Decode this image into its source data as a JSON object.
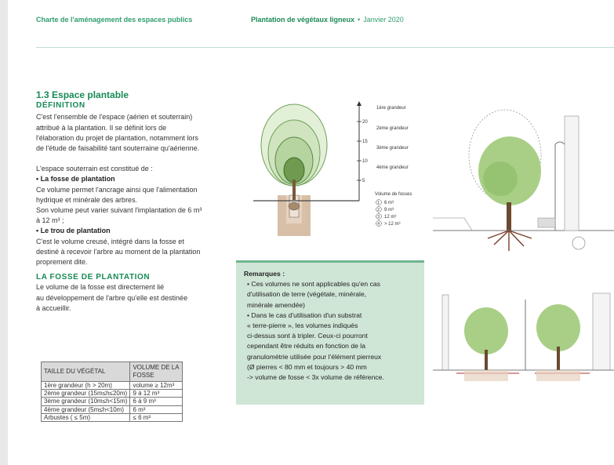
{
  "header": {
    "left": "Charte de l'aménagement des espaces publics",
    "right_title": "Plantation de végétaux ligneux",
    "separator": "•",
    "date": "Janvier 2020"
  },
  "section": {
    "title": "1.3 Espace plantable",
    "definition_label": "DÉFINITION",
    "definition_lines": [
      "C'est l'ensemble de l'espace (aérien et souterrain)",
      "attribué à la plantation. Il se définit lors de",
      "l'élaboration du projet de plantation, notamment lors",
      "de l'étude de faisabilité tant souterraine qu'aérienne."
    ],
    "underground_intro": "L'espace souterrain est constitué de :",
    "fosse_title": "• La fosse de plantation",
    "fosse_lines": [
      "Ce volume permet l'ancrage ainsi que l'alimentation",
      "hydrique et minérale des arbres.",
      "Son volume peut varier suivant l'implantation de 6 m³",
      "à 12 m³ ;"
    ],
    "trou_title": "• Le trou de plantation",
    "trou_lines": [
      "C'est le volume creusé, intégré dans la fosse et",
      "destiné à recevoir l'arbre au moment de la plantation",
      "proprement dite."
    ],
    "fosse_heading": "LA FOSSE DE PLANTATION",
    "fosse_heading_lines": [
      "Le volume de la fosse est directement lié",
      "au développement de l'arbre qu'elle est destinée",
      "à accueillir."
    ]
  },
  "table": {
    "headers": [
      "TAILLE DU VÉGÉTAL",
      "VOLUME DE LA FOSSE"
    ],
    "rows": [
      [
        "1ère grandeur (h > 20m)",
        "volume ≥ 12m³"
      ],
      [
        "2ème grandeur (15m≤h≤20m)",
        "9 à 12 m³"
      ],
      [
        "3ème grandeur (10m≤h<15m)",
        "6 à 9 m³"
      ],
      [
        "4ème grandeur (5m≤h<10m)",
        "6 m³"
      ],
      [
        "Arbustes ( ≤ 5m)",
        "≤ 6 m³"
      ]
    ]
  },
  "remarks": {
    "title": "Remarques :",
    "items": [
      "• Ces volumes ne sont applicables qu'en cas",
      "d'utilisation de terre (végétale, minérale,",
      "minérale amendée)",
      "• Dans le cas d'utilisation d'un substrat",
      "« terre-pierre », les volumes indiqués",
      "ci-dessus sont à tripler. Ceux-ci pourront",
      "cependant être réduits en fonction de la",
      "granulométrie utilisée pour l'élément pierreux",
      "(Ø pierres < 80 mm et toujours > 40 mm",
      "-> volume de fosse < 3x volume de référence."
    ]
  },
  "diagram": {
    "scale_labels": [
      "20",
      "15",
      "10",
      "5"
    ],
    "grandeur_labels": [
      "1ère grandeur",
      "2ème grandeur",
      "3ème grandeur",
      "4ème grandeur"
    ],
    "volume_title": "Volume de fosses",
    "volumes": [
      "6 m³",
      "9 m³",
      "12 m³",
      "> 12 m³"
    ],
    "volume_numbers": [
      "1",
      "2",
      "3",
      "4"
    ]
  },
  "colors": {
    "accent": "#178a55",
    "header": "#2e9e6e",
    "remarks_bg": "#cfe5d6"
  }
}
